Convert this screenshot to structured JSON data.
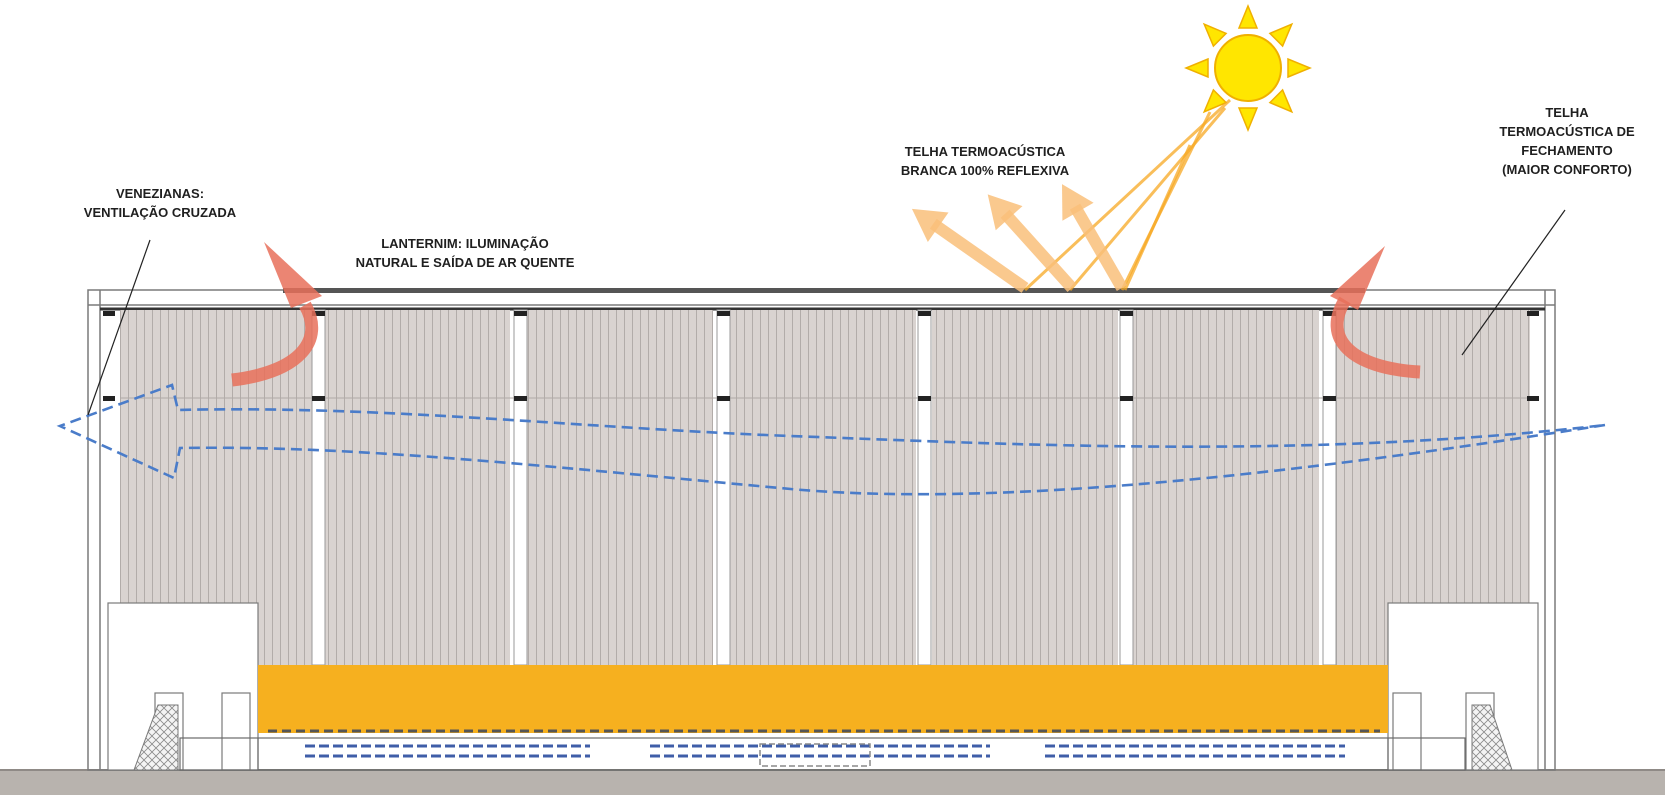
{
  "labels": {
    "venezianas": [
      "VENEZIANAS:",
      "VENTILAÇÃO CRUZADA"
    ],
    "lanternim": [
      "LANTERNIM: ILUMINAÇÃO",
      "NATURAL E SAÍDA DE AR QUENTE"
    ],
    "telha_branca": [
      "TELHA TERMOACÚSTICA",
      "BRANCA 100% REFLEXIVA"
    ],
    "telha_fechamento": [
      "TELHA",
      "TERMOACÚSTICA DE",
      "FECHAMENTO",
      "(MAIOR  CONFORTO)"
    ]
  },
  "colors": {
    "sun": "#ffe600",
    "sun_outline": "#f0b000",
    "sun_rays": "#f7a823",
    "light_arrows": "#f9c07a",
    "hot_air_arrows": "#e8705a",
    "air_flow": "#4a7cc9",
    "wall_panels": "#d9d3d0",
    "stand_band": "#f6b01f",
    "ground": "#b8b3ae",
    "seating": "#3f5ea8"
  },
  "icons": {
    "sun": "sun-icon",
    "hot_air": "curved-arrow-icon",
    "reflection": "arrow-up-left-icon",
    "ventilation": "dashed-arrow-icon"
  }
}
